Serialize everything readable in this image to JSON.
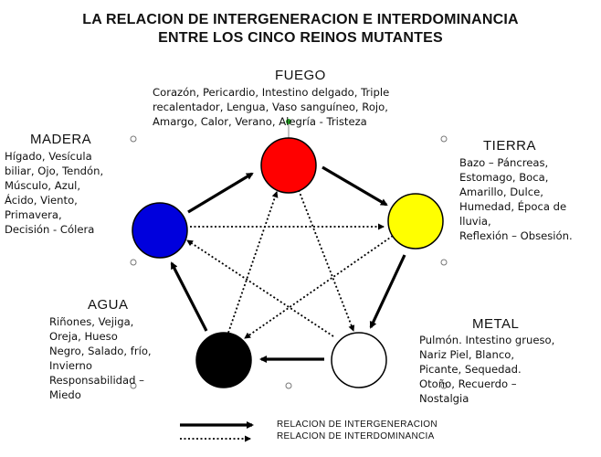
{
  "title": {
    "line1": "LA RELACION DE INTERGENERACION E INTERDOMINANCIA",
    "line2": "ENTRE LOS CINCO REINOS MUTANTES"
  },
  "elements": {
    "fuego": {
      "name": "FUEGO",
      "description": "Corazón, Pericardio, Intestino delgado, Triple\nrecalentador,  Lengua, Vaso sanguíneo, Rojo,\nAmargo, Calor, Verano, Alegría - Tristeza",
      "color": "#ff0000"
    },
    "tierra": {
      "name": "TIERRA",
      "description": "Bazo – Páncreas,\nEstomago, Boca,\nAmarillo, Dulce,\nHumedad, Época de\nlluvia,\nReflexión – Obsesión.",
      "color": "#ffff00"
    },
    "metal": {
      "name": "METAL",
      "description": "Pulmón. Intestino grueso,\nNariz Piel, Blanco,\nPicante, Sequedad.\nOtoño, Recuerdo –\nNostalgia",
      "color": "#ffffff"
    },
    "agua": {
      "name": "AGUA",
      "description": "Riñones, Vejiga,\nOreja, Hueso\nNegro, Salado, frío,\nInvierno\nResponsabilidad –\nMiedo",
      "color": "#000000"
    },
    "madera": {
      "name": "MADERA",
      "description": "Hígado, Vesícula\nbiliar, Ojo, Tendón,\nMúsculo, Azul,\nÁcido, Viento,\nPrimavera,\nDecisión - Cólera",
      "color": "#0000dd"
    }
  },
  "legend": {
    "solid_label": "RELACION DE INTERGENERACION",
    "dotted_label": "RELACION DE INTERDOMINANCIA"
  }
}
